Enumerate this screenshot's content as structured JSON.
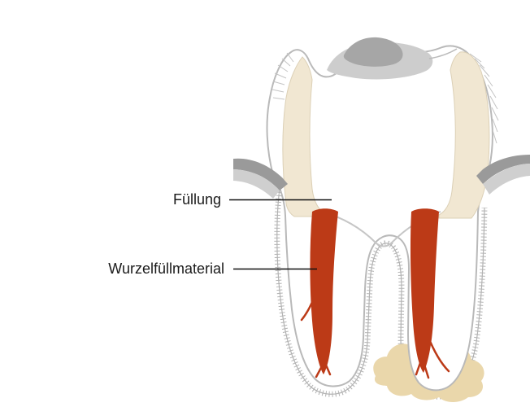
{
  "diagram": {
    "type": "dental-cross-section",
    "labels": {
      "filling": "Füllung",
      "root_filling": "Wurzelfüllmaterial"
    },
    "colors": {
      "root_filling": "#bc3a17",
      "dentin": "#f1e7d2",
      "dentin_stroke": "#dcd0b6",
      "gum_dark": "#9a9a9a",
      "gum_light": "#cfcfcf",
      "occlusal_filling_light": "#cdcdcd",
      "occlusal_filling_dark": "#a6a6a6",
      "lesion": "#ead7ab",
      "tooth_outline": "#b9b9b9",
      "ligament": "#b3b3b3",
      "leader_line": "#111111",
      "label_text": "#1a1a1a"
    }
  }
}
